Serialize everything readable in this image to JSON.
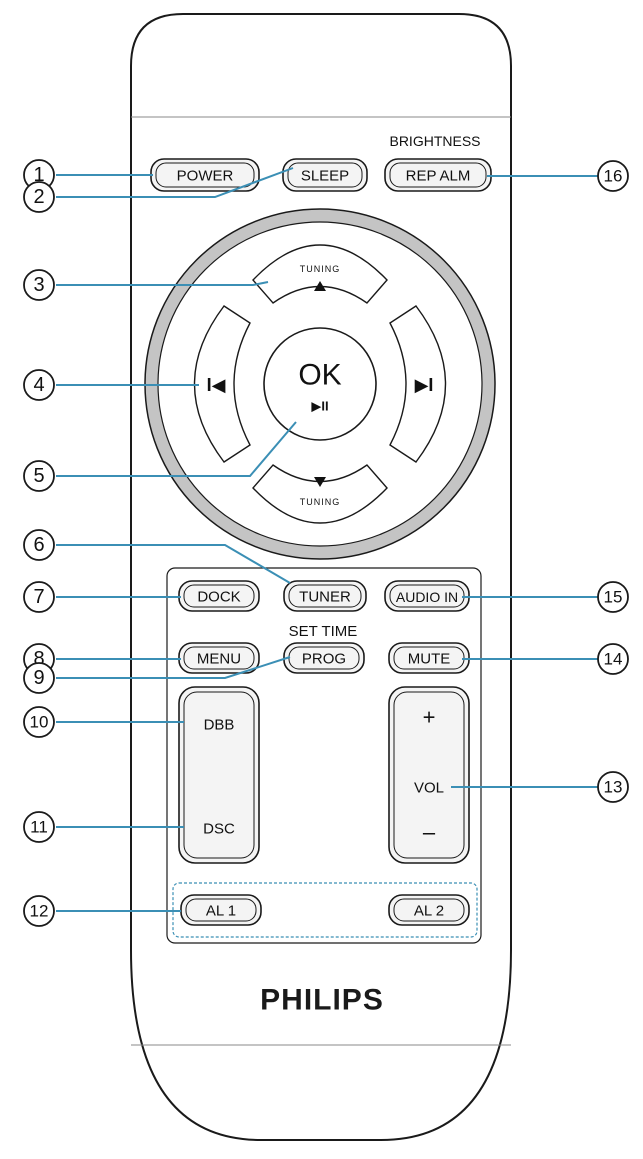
{
  "buttons": {
    "power": "POWER",
    "sleep": "SLEEP",
    "rep_alm": "REP ALM",
    "rep_alm_secondary": "BRIGHTNESS",
    "tuning_up": "TUNING",
    "tuning_down": "TUNING",
    "ok": "OK",
    "play_pause_symbol": "▶II",
    "prev_symbol": "I◀",
    "next_symbol": "▶I",
    "dock": "DOCK",
    "tuner": "TUNER",
    "audio_in": "AUDIO IN",
    "menu": "MENU",
    "prog": "PROG",
    "prog_secondary": "SET TIME",
    "mute": "MUTE",
    "dbb": "DBB",
    "dsc": "DSC",
    "vol": "VOL",
    "vol_plus": "+",
    "vol_minus": "–",
    "al1": "AL 1",
    "al2": "AL 2"
  },
  "brand": "PHILIPS",
  "callouts": [
    "1",
    "2",
    "3",
    "4",
    "5",
    "6",
    "7",
    "8",
    "9",
    "10",
    "11",
    "12",
    "13",
    "14",
    "15",
    "16"
  ],
  "colors": {
    "callout_line": "#3b8fb5",
    "outline": "#1a1a1a",
    "dial_ring": "#bfbfbf"
  }
}
